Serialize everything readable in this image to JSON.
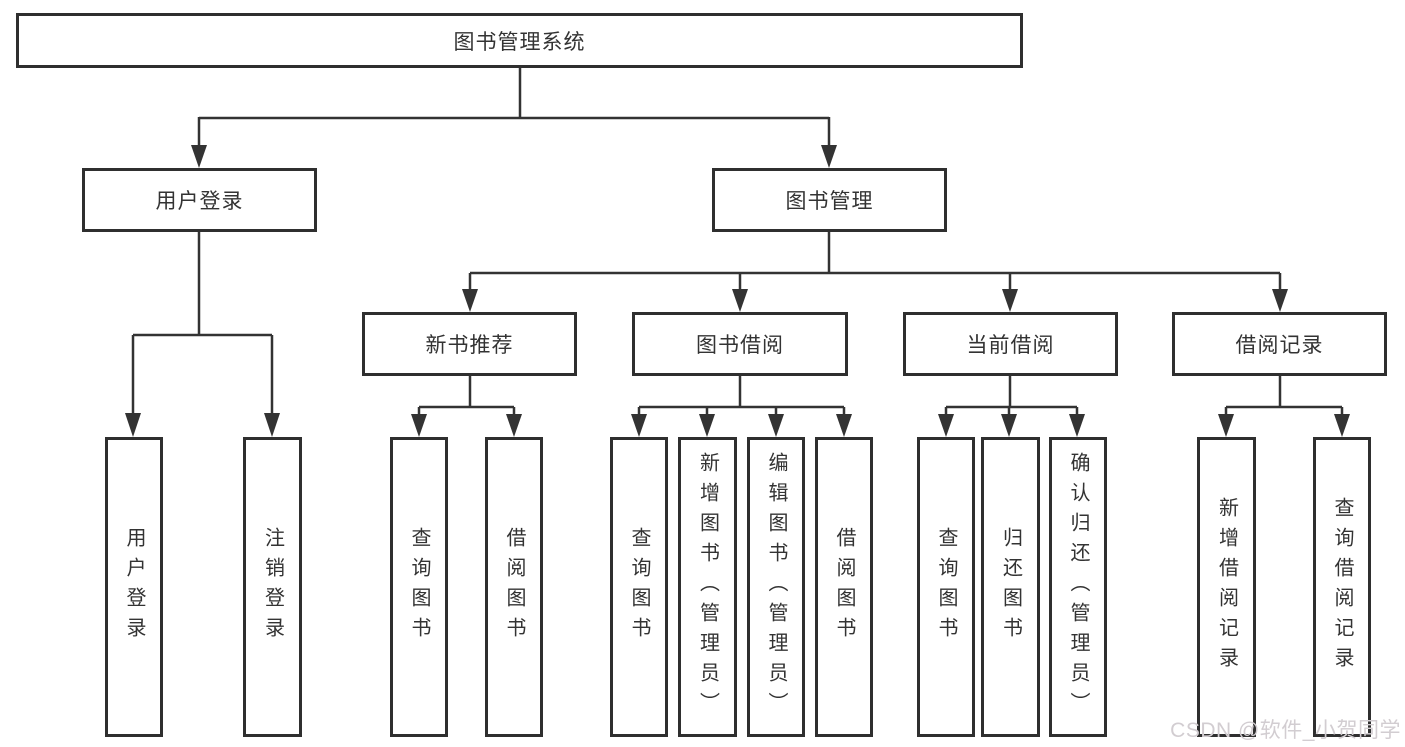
{
  "diagram": {
    "root": {
      "label": "图书管理系统"
    },
    "branches": [
      {
        "label": "用户登录",
        "children": [
          {
            "label": "用户登录"
          },
          {
            "label": "注销登录"
          }
        ]
      },
      {
        "label": "图书管理",
        "children": [
          {
            "label": "新书推荐",
            "children": [
              {
                "label": "查询图书"
              },
              {
                "label": "借阅图书"
              }
            ]
          },
          {
            "label": "图书借阅",
            "children": [
              {
                "label": "查询图书"
              },
              {
                "label": "新增图书（管理员）"
              },
              {
                "label": "编辑图书（管理员）"
              },
              {
                "label": "借阅图书"
              }
            ]
          },
          {
            "label": "当前借阅",
            "children": [
              {
                "label": "查询图书"
              },
              {
                "label": "归还图书"
              },
              {
                "label": "确认归还（管理员）"
              }
            ]
          },
          {
            "label": "借阅记录",
            "children": [
              {
                "label": "新增借阅记录"
              },
              {
                "label": "查询借阅记录"
              }
            ]
          }
        ]
      }
    ]
  },
  "colors": {
    "line": "#333333",
    "box_border": "#2f2f2f",
    "text": "#333333",
    "watermark": "#d2cdd1",
    "background": "#ffffff"
  },
  "watermark": {
    "text": "CSDN @软件_小贺同学"
  }
}
